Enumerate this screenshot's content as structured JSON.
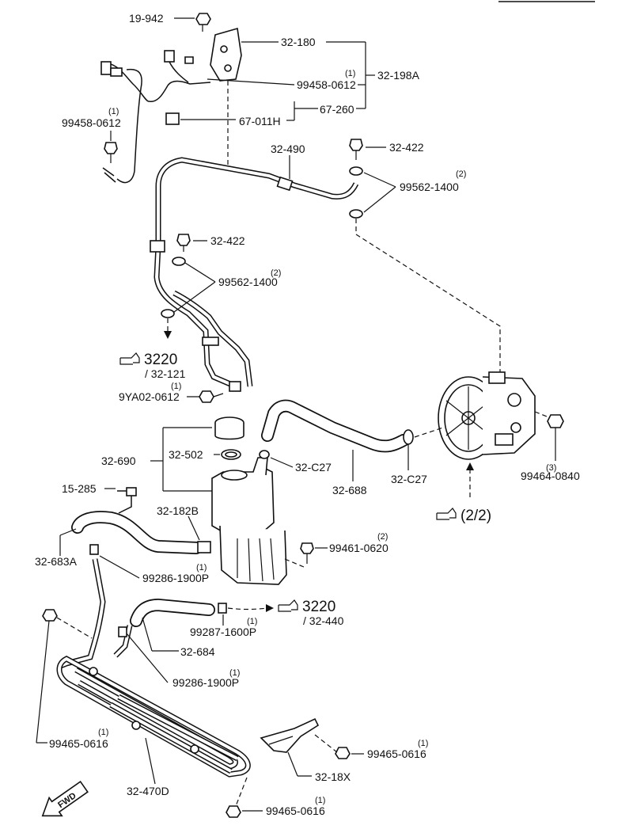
{
  "parts": {
    "p19_942": "19-942",
    "p32_180": "32-180",
    "p32_198A": "32-198A",
    "p99458_0612_top": "99458-0612",
    "p99458_0612_top_qty": "(1)",
    "p67_260": "67-260",
    "p67_011H": "67-011H",
    "p99458_0612_left": "99458-0612",
    "p99458_0612_left_qty": "(1)",
    "p32_490": "32-490",
    "p32_422_top": "32-422",
    "p99562_1400_right": "99562-1400",
    "p99562_1400_right_qty": "(2)",
    "p32_422_mid": "32-422",
    "p99562_1400_mid": "99562-1400",
    "p99562_1400_mid_qty": "(2)",
    "ref_3220_a": "3220",
    "ref_32_121": "/ 32-121",
    "p9YA02_0612": "9YA02-0612",
    "p9YA02_0612_qty": "(1)",
    "p99464_0840": "99464-0840",
    "p99464_0840_qty": "(3)",
    "p32_690": "32-690",
    "p32_502": "32-502",
    "p32_C27_a": "32-C27",
    "p32_C27_b": "32-C27",
    "p32_688": "32-688",
    "ref_2_2": "(2/2)",
    "p15_285": "15-285",
    "p32_182B": "32-182B",
    "p32_683A": "32-683A",
    "p99461_0620": "99461-0620",
    "p99461_0620_qty": "(2)",
    "p99286_1900P_a": "99286-1900P",
    "p99286_1900P_a_qty": "(1)",
    "ref_3220_b": "3220",
    "ref_32_440": "/ 32-440",
    "p99287_1600P": "99287-1600P",
    "p99287_1600P_qty": "(1)",
    "p32_684": "32-684",
    "p99286_1900P_b": "99286-1900P",
    "p99286_1900P_b_qty": "(1)",
    "p99465_0616_left": "99465-0616",
    "p99465_0616_left_qty": "(1)",
    "p99465_0616_right": "99465-0616",
    "p99465_0616_right_qty": "(1)",
    "p32_18X": "32-18X",
    "p32_470D": "32-470D",
    "p99465_0616_bottom": "99465-0616",
    "p99465_0616_bottom_qty": "(1)",
    "fwd": "FWD"
  },
  "icons": [
    "reference-hand-icon",
    "forward-arrow-icon"
  ]
}
